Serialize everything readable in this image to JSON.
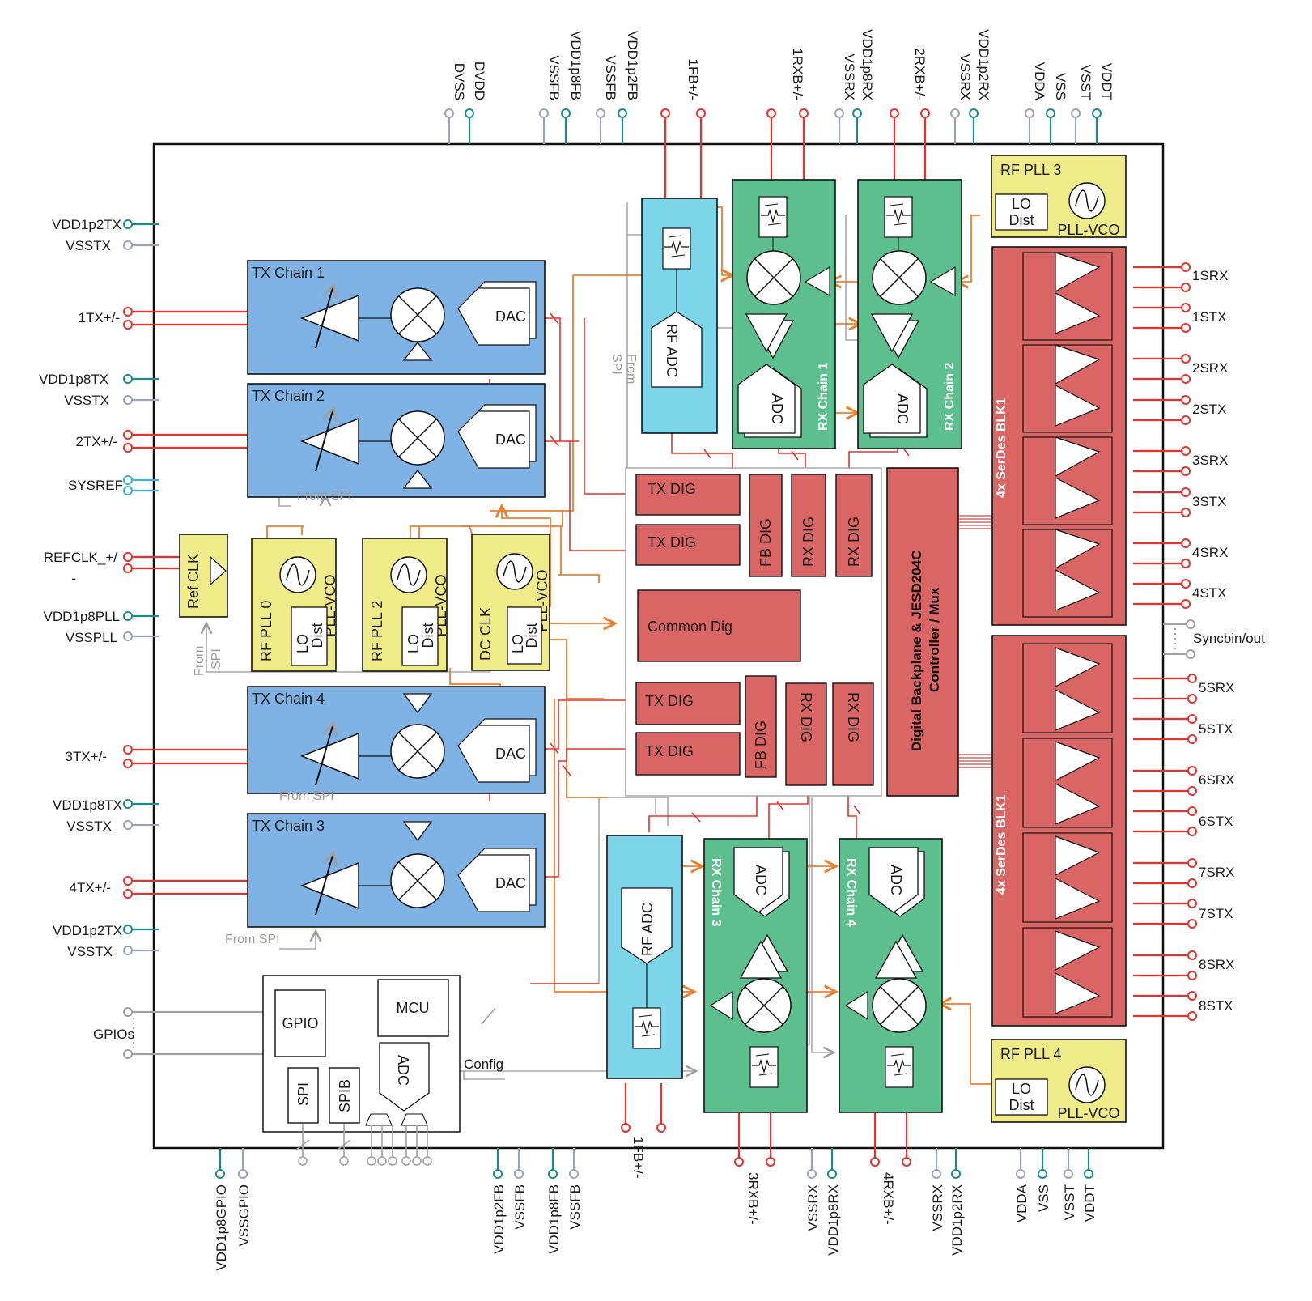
{
  "top_pins": {
    "dvss": "DVSS",
    "dvdd": "DVDD",
    "vssfb1": "VSSFB",
    "vdd1p8fb": "VDD1p8FB",
    "vssfb2": "VSSFB",
    "vdd1p2fb": "VDD1p2FB",
    "fb1": "1FB+/-",
    "rxb1": "1RXB+/-",
    "vssrx1": "VSSRX",
    "vdd1p8rx": "VDD1p8RX",
    "rxb2": "2RXB+/-",
    "vssrx2": "VSSRX",
    "vdd1p2rx": "VDD1p2RX",
    "vdda": "VDDA",
    "vss": "VSS",
    "vsst": "VSST",
    "vddt": "VDDT"
  },
  "bottom_pins": {
    "vdd1p8gpio": "VDD1p8GPIO",
    "vssgpio": "VSSGPIO",
    "vdd1p2fb": "VDD1p2FB",
    "vssfb1": "VSSFB",
    "vdd1p8fb": "VDD1p8FB",
    "vssfb2": "VSSFB",
    "fb1": "1FB+/-",
    "rxb3": "3RXB+/-",
    "vssrx1": "VSSRX",
    "vdd1p8rx": "VDD1p8RX",
    "rxb4": "4RXB+/-",
    "vssrx2": "VSSRX",
    "vdd1p2rx": "VDD1p2RX",
    "vdda": "VDDA",
    "vss": "VSS",
    "vsst": "VSST",
    "vddt": "VDDT"
  },
  "left_pins": {
    "vdd1p2tx_a": "VDD1p2TX",
    "vsstx_a": "VSSTX",
    "tx1": "1TX+/-",
    "vdd1p8tx_a": "VDD1p8TX",
    "vsstx_b": "VSSTX",
    "tx2": "2TX+/-",
    "sysref": "SYSREF",
    "refclk_a": "REFCLK_+/",
    "refclk_b": "-",
    "vdd1p8pll": "VDD1p8PLL",
    "vsspll": "VSSPLL",
    "tx3": "3TX+/-",
    "vdd1p8tx_b": "VDD1p8TX",
    "vsstx_c": "VSSTX",
    "tx4": "4TX+/-",
    "vdd1p2tx_b": "VDD1p2TX",
    "vsstx_d": "VSSTX",
    "gpios": "GPIOs"
  },
  "right_pins": {
    "srx1": "1SRX",
    "stx1": "1STX",
    "srx2": "2SRX",
    "stx2": "2STX",
    "srx3": "3SRX",
    "stx3": "3STX",
    "srx4": "4SRX",
    "stx4": "4STX",
    "sync": "Syncbin/out",
    "srx5": "5SRX",
    "stx5": "5STX",
    "srx6": "6SRX",
    "stx6": "6STX",
    "srx7": "7SRX",
    "stx7": "7STX",
    "srx8": "8SRX",
    "stx8": "8STX"
  },
  "blocks": {
    "tx_chain_1": "TX Chain 1",
    "tx_chain_2": "TX Chain 2",
    "tx_chain_3": "TX Chain 3",
    "tx_chain_4": "TX Chain 4",
    "dac": "DAC",
    "rf_pll_0": "RF PLL 0",
    "rf_pll_2": "RF PLL 2",
    "dc_clk": "DC CLK",
    "rf_pll_3": "RF PLL 3",
    "rf_pll_4": "RF PLL 4",
    "pll_vco": "PLL-VCO",
    "lo": "LO",
    "dist": "Dist",
    "ref_clk": "Ref CLK",
    "rf_adc": "RF ADC",
    "adc": "ADC",
    "rx_chain_1": "RX Chain 1",
    "rx_chain_2": "RX Chain 2",
    "rx_chain_3": "RX Chain 3",
    "rx_chain_4": "RX Chain 4",
    "tx_dig": "TX DIG",
    "fb_dig": "FB DIG",
    "rx_dig": "RX DIG",
    "common_dig": "Common Dig",
    "backplane_1": "Digital Backplane & JESD204C",
    "backplane_2": "Controller / Mux",
    "serdes": "4x SerDes BLK1",
    "gpio": "GPIO",
    "mcu": "MCU",
    "spi": "SPI",
    "spib": "SPIB",
    "config": "Config",
    "from_spi": "From SPI",
    "from": "From",
    "spi_word": "SPI"
  },
  "colors": {
    "tx_blue": "#7fb2e5",
    "rx_green": "#5dbf8e",
    "pll_yellow": "#eeeb88",
    "dig_red": "#d96565",
    "adc_cyan": "#7dd5ea",
    "signal_red": "#e8302c",
    "clock_orange": "#ee7d2e",
    "power_teal": "#1b8a8a",
    "ground_gray": "#9aa3b8"
  }
}
